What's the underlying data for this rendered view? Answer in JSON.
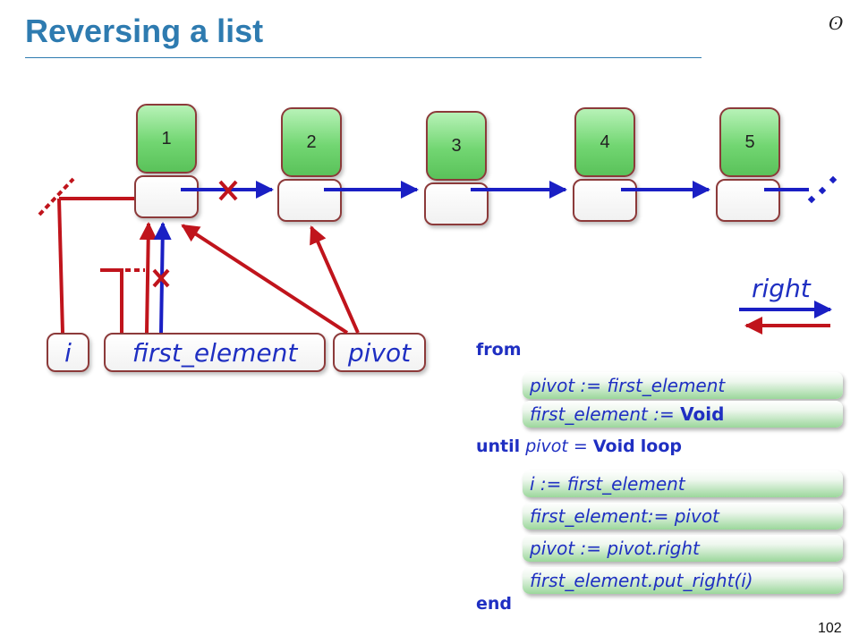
{
  "header": {
    "title": "Reversing a list",
    "logo_glyph": "ʘ",
    "page_number": "102"
  },
  "nodes": [
    "1",
    "2",
    "3",
    "4",
    "5"
  ],
  "variables": {
    "i": "i",
    "first_element": "first_element",
    "pivot": "pivot"
  },
  "legend": {
    "right_label": "right"
  },
  "code": {
    "from": "from",
    "stmt1": "pivot := first_element",
    "stmt2_a": "first_element := ",
    "stmt2_b": "Void",
    "until_kw": "until",
    "until_cond": "pivot = ",
    "until_void": "Void",
    "loop_kw": "loop",
    "stmt3": "i := first_element",
    "stmt4": "first_element:= pivot",
    "stmt5": "pivot := pivot.right",
    "stmt6": "first_element.put_right(i)",
    "end": "end"
  },
  "colors": {
    "title": "#2e7bb0",
    "code_text": "#1f2fc2",
    "blue_arrow": "#1a1fc4",
    "red_arrow": "#c0141c",
    "node_green": "#72d672"
  }
}
